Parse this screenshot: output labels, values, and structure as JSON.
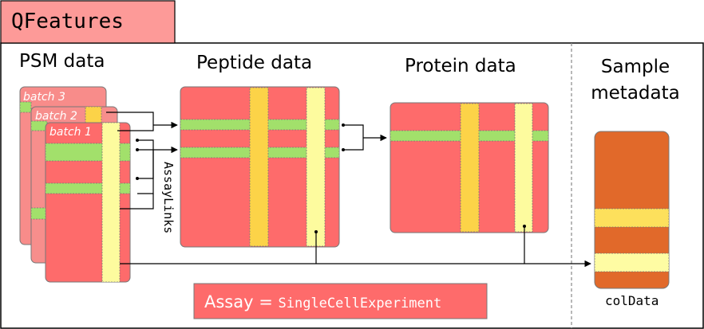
{
  "title": "QFeatures",
  "sections": {
    "psm": "PSM data",
    "peptide": "Peptide data",
    "protein": "Protein data",
    "sample_line1": "Sample",
    "sample_line2": "metadata"
  },
  "batches": [
    "batch 3",
    "batch 2",
    "batch 1"
  ],
  "assay_links_label": "AssayLinks",
  "coldata_label": "colData",
  "assay_legend": {
    "prefix": "Assay = ",
    "class_name": "SingleCellExperiment"
  },
  "colors": {
    "title_bg": "#fd9a98",
    "assay_red": "#fe6b6b",
    "batch2_fill": "#f78e8c",
    "batch3_fill": "#f88c8a",
    "green_row": "#a2e06b",
    "yellow_col": "#fcd348",
    "light_yellow_col": "#fdfb9e",
    "sample_orange": "#e1692a",
    "sample_yellow": "#fde05c",
    "sample_light_yellow": "#fefca3",
    "border": "#555555",
    "text": "#000000"
  }
}
